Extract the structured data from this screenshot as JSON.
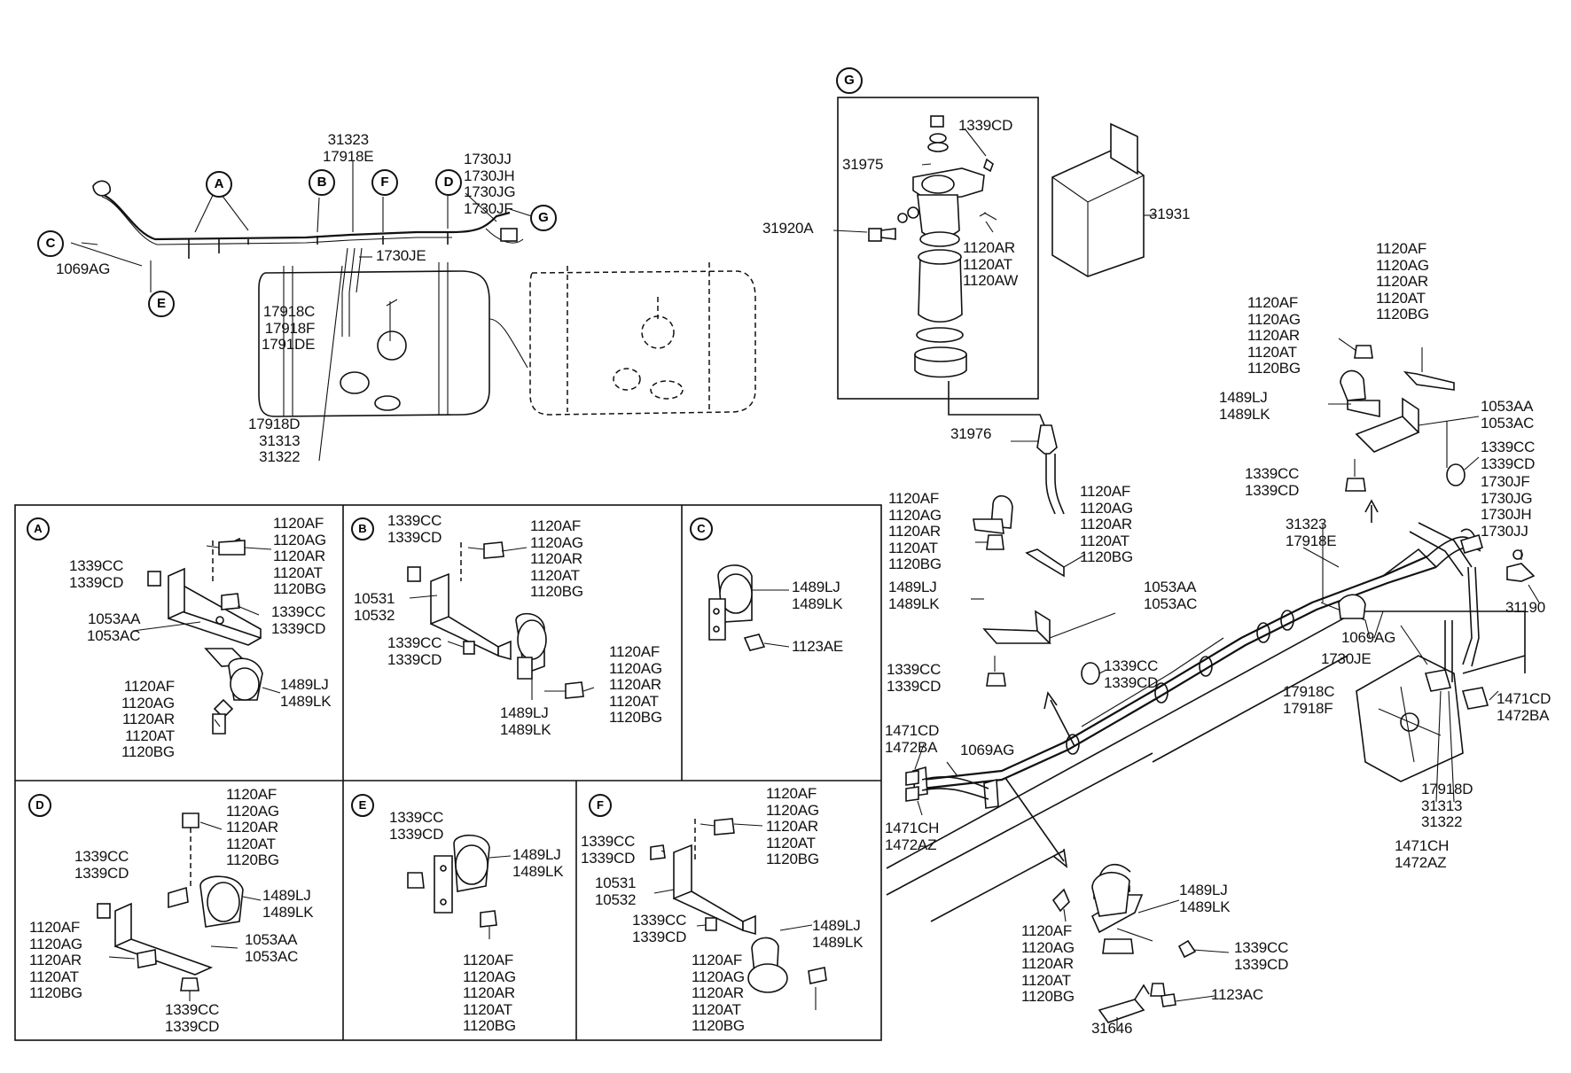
{
  "labels": {
    "top_31323": "31323\n17918E",
    "top_1730": "1730JJ\n1730JH\n1730JG\n1730JF",
    "top_1730je": "1730JE",
    "top_1069ag": "1069AG",
    "top_17918c": "17918C\n17918F\n1791DE",
    "top_17918d": "17918D\n31313\n31322",
    "g_1339cd": "1339CD",
    "g_31975": "31975",
    "g_31920a": "31920A",
    "g_1120": "1120AR\n1120AT\n1120AW",
    "g_31931": "31931",
    "g_31976": "31976",
    "r_1120_top": "1120AF\n1120AG\n1120AR\n1120AT\n1120BG",
    "r_1120_mid": "1120AF\n1120AG\n1120AR\n1120AT\n1120BG",
    "r_1489": "1489LJ\n1489LK",
    "r_1053": "1053AA\n1053AC",
    "r_1339_right": "1339CC\n1339CD",
    "r_1339_left": "1339CC\n1339CD",
    "r_1730": "1730JF\n1730JG\n1730JH\n1730JJ",
    "r_31190": "31190",
    "m_1120_left": "1120AF\n1120AG\n1120AR\n1120AT\n1120BG",
    "m_1120_right": "1120AF\n1120AG\n1120AR\n1120AT\n1120BG",
    "m_1489": "1489LJ\n1489LK",
    "m_1053": "1053AA\n1053AC",
    "m_1339_l": "1339CC\n1339CD",
    "m_1339_r": "1339CC\n1339CD",
    "m_31323": "31323\n17918E",
    "m_1069ag": "1069AG",
    "m_1730je": "1730JE",
    "m_17918c": "17918C\n17918F",
    "m_1471cd_r": "1471CD\n1472BA",
    "m_17918d": "17918D\n31313\n31322",
    "m_1471ch_r": "1471CH\n1472AZ",
    "m_1471cd_l": "1471CD\n1472BA",
    "m_1069ag_l": "1069AG",
    "m_1471ch_l": "1471CH\n1472AZ",
    "b_1120": "1120AF\n1120AG\n1120AR\n1120AT\n1120BG",
    "b_1489": "1489LJ\n1489LK",
    "b_1339": "1339CC\n1339CD",
    "b_1123ac": "1123AC",
    "b_31646": "31646",
    "A_1120": "1120AF\n1120AG\n1120AR\n1120AT\n1120BG",
    "A_1339_l": "1339CC\n1339CD",
    "A_1339_r": "1339CC\n1339CD",
    "A_1053": "1053AA\n1053AC",
    "A_1120_b": "1120AF\n1120AG\n1120AR\n1120AT\n1120BG",
    "A_1489": "1489LJ\n1489LK",
    "B_1339_t": "1339CC\n1339CD",
    "B_1120_t": "1120AF\n1120AG\n1120AR\n1120AT\n1120BG",
    "B_10531": "10531\n10532",
    "B_1339_m": "1339CC\n1339CD",
    "B_1120_b": "1120AF\n1120AG\n1120AR\n1120AT\n1120BG",
    "B_1489": "1489LJ\n1489LK",
    "C_1489": "1489LJ\n1489LK",
    "C_1123ae": "1123AE",
    "D_1120_t": "1120AF\n1120AG\n1120AR\n1120AT\n1120BG",
    "D_1339_l": "1339CC\n1339CD",
    "D_1489": "1489LJ\n1489LK",
    "D_1053": "1053AA\n1053AC",
    "D_1120_l": "1120AF\n1120AG\n1120AR\n1120AT\n1120BG",
    "D_1339_b": "1339CC\n1339CD",
    "E_1339": "1339CC\n1339CD",
    "E_1489": "1489LJ\n1489LK",
    "E_1120": "1120AF\n1120AG\n1120AR\n1120AT\n1120BG",
    "F_1120_t": "1120AF\n1120AG\n1120AR\n1120AT\n1120BG",
    "F_1339_t": "1339CC\n1339CD",
    "F_10531": "10531\n10532",
    "F_1339_m": "1339CC\n1339CD",
    "F_1489": "1489LJ\n1489LK",
    "F_1120_b": "1120AF\n1120AG\n1120AR\n1120AT\n1120BG"
  },
  "callouts": {
    "A": "A",
    "B": "B",
    "C": "C",
    "D": "D",
    "E": "E",
    "F": "F",
    "G": "G"
  }
}
